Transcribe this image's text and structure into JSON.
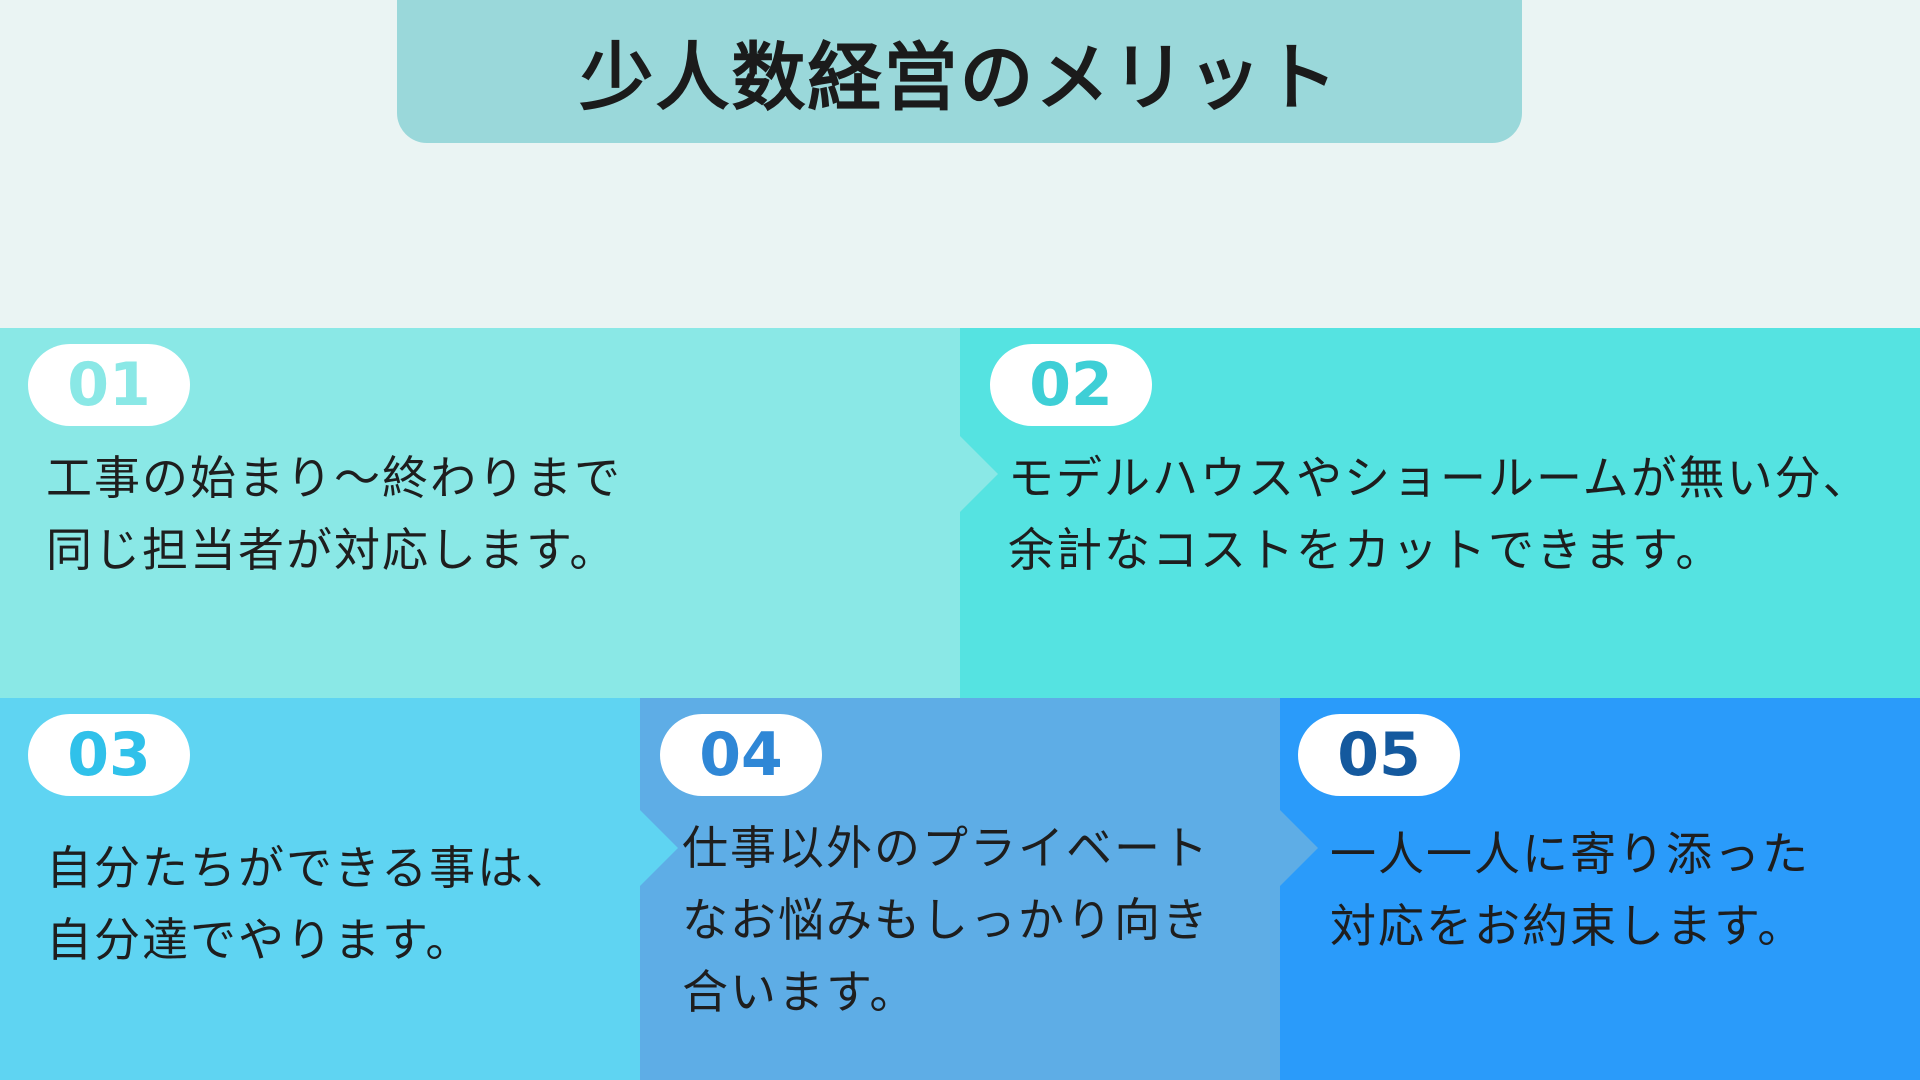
{
  "title": "少人数経営のメリット",
  "cards": [
    {
      "number": "01",
      "lines": [
        "工事の始まり～終わりまで",
        "同じ担当者が対応します。"
      ]
    },
    {
      "number": "02",
      "lines": [
        "モデルハウスやショールームが無い分、",
        "余計なコストをカットできます。"
      ]
    },
    {
      "number": "03",
      "lines": [
        "自分たちができる事は、",
        "自分達でやります。"
      ]
    },
    {
      "number": "04",
      "lines": [
        "仕事以外のプライベート",
        "なお悩みもしっかり向き",
        "合います。"
      ]
    },
    {
      "number": "05",
      "lines": [
        "一人一人に寄り添った",
        "対応をお約束します。"
      ]
    }
  ],
  "colors": {
    "background": "#eaf4f3",
    "title_box": "#9ad8da",
    "card1": "#8ae8e6",
    "card2": "#55e3e1",
    "card3": "#5fd4f2",
    "card4": "#5eade6",
    "card5": "#2a9bfa"
  }
}
